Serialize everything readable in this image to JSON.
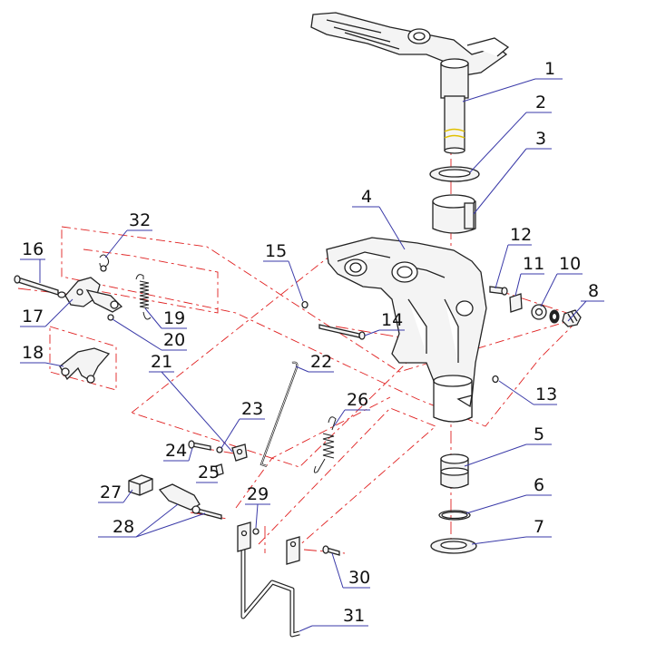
{
  "diagram": {
    "callouts": [
      "1",
      "2",
      "3",
      "4",
      "5",
      "6",
      "7",
      "8",
      "10",
      "11",
      "12",
      "13",
      "14",
      "15",
      "16",
      "17",
      "18",
      "19",
      "20",
      "21",
      "22",
      "23",
      "24",
      "25",
      "26",
      "27",
      "28",
      "29",
      "30",
      "31",
      "32"
    ]
  }
}
